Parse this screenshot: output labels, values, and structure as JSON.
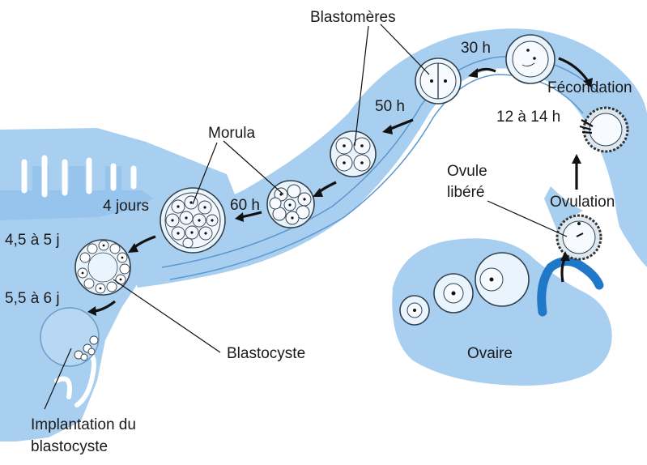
{
  "labels": {
    "blastomeres": "Blastomères",
    "h30": "30 h",
    "fecondation": "Fécondation",
    "h50": "50 h",
    "h12_14": "12 à 14 h",
    "morula": "Morula",
    "ovule_libere_1": "Ovule",
    "ovule_libere_2": "libéré",
    "jours4": "4 jours",
    "h60": "60 h",
    "ovulation": "Ovulation",
    "j45_5": "4,5 à 5 j",
    "j55_6": "5,5 à 6 j",
    "blastocyste": "Blastocyste",
    "ovaire": "Ovaire",
    "implantation_1": "Implantation du",
    "implantation_2": "blastocyste"
  },
  "colors": {
    "tube": "#a9cff0",
    "tube_dark": "#8fbfe9",
    "follicle_blue": "#1f78c8",
    "text": "#1a1a1a"
  }
}
